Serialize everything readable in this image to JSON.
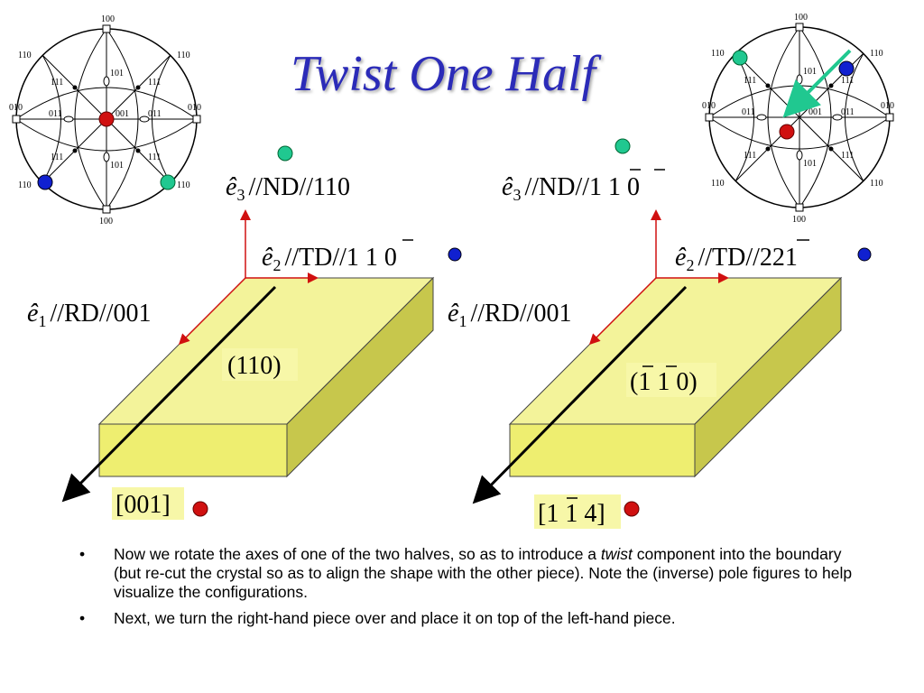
{
  "title": "Twist One Half",
  "left_piece": {
    "e3": {
      "hat": "ê",
      "sub": "3",
      "text": "//ND//110"
    },
    "e2": {
      "hat": "ê",
      "sub": "2",
      "text": "//TD//1 1 0"
    },
    "e1": {
      "hat": "ê",
      "sub": "1",
      "text": "//RD//001"
    },
    "plane": "(110)",
    "direction": "[001]"
  },
  "right_piece": {
    "e3": {
      "hat": "ê",
      "sub": "3",
      "text": "//ND//1 1 0"
    },
    "e2": {
      "hat": "ê",
      "sub": "2",
      "text": "//TD//221"
    },
    "e1": {
      "hat": "ê",
      "sub": "1",
      "text": "//RD//001"
    },
    "plane": "(1 1 0)",
    "direction": "[1 1 4]"
  },
  "pole_figure": {
    "labels": [
      "100",
      "110",
      "110",
      "010",
      "010",
      "110",
      "110",
      "100",
      "101",
      "101",
      "011",
      "011",
      "111",
      "111",
      "111",
      "111",
      "001"
    ]
  },
  "colors": {
    "title": "#2b2bb8",
    "red": "#d01010",
    "blue": "#1020d0",
    "teal": "#20c890",
    "block": "#f0f07a",
    "axis": "#d01010"
  },
  "bullets": {
    "b1_pre": "Now we rotate the axes of one of the two halves, so as to introduce a ",
    "b1_em": "twist",
    "b1_post": " component into the boundary (but re-cut the crystal so as to align the shape with the other piece). Note the (inverse) pole figures to help visualize the configurations.",
    "b2": "Next, we turn the right-hand piece over and place it on top of the left-hand piece."
  }
}
